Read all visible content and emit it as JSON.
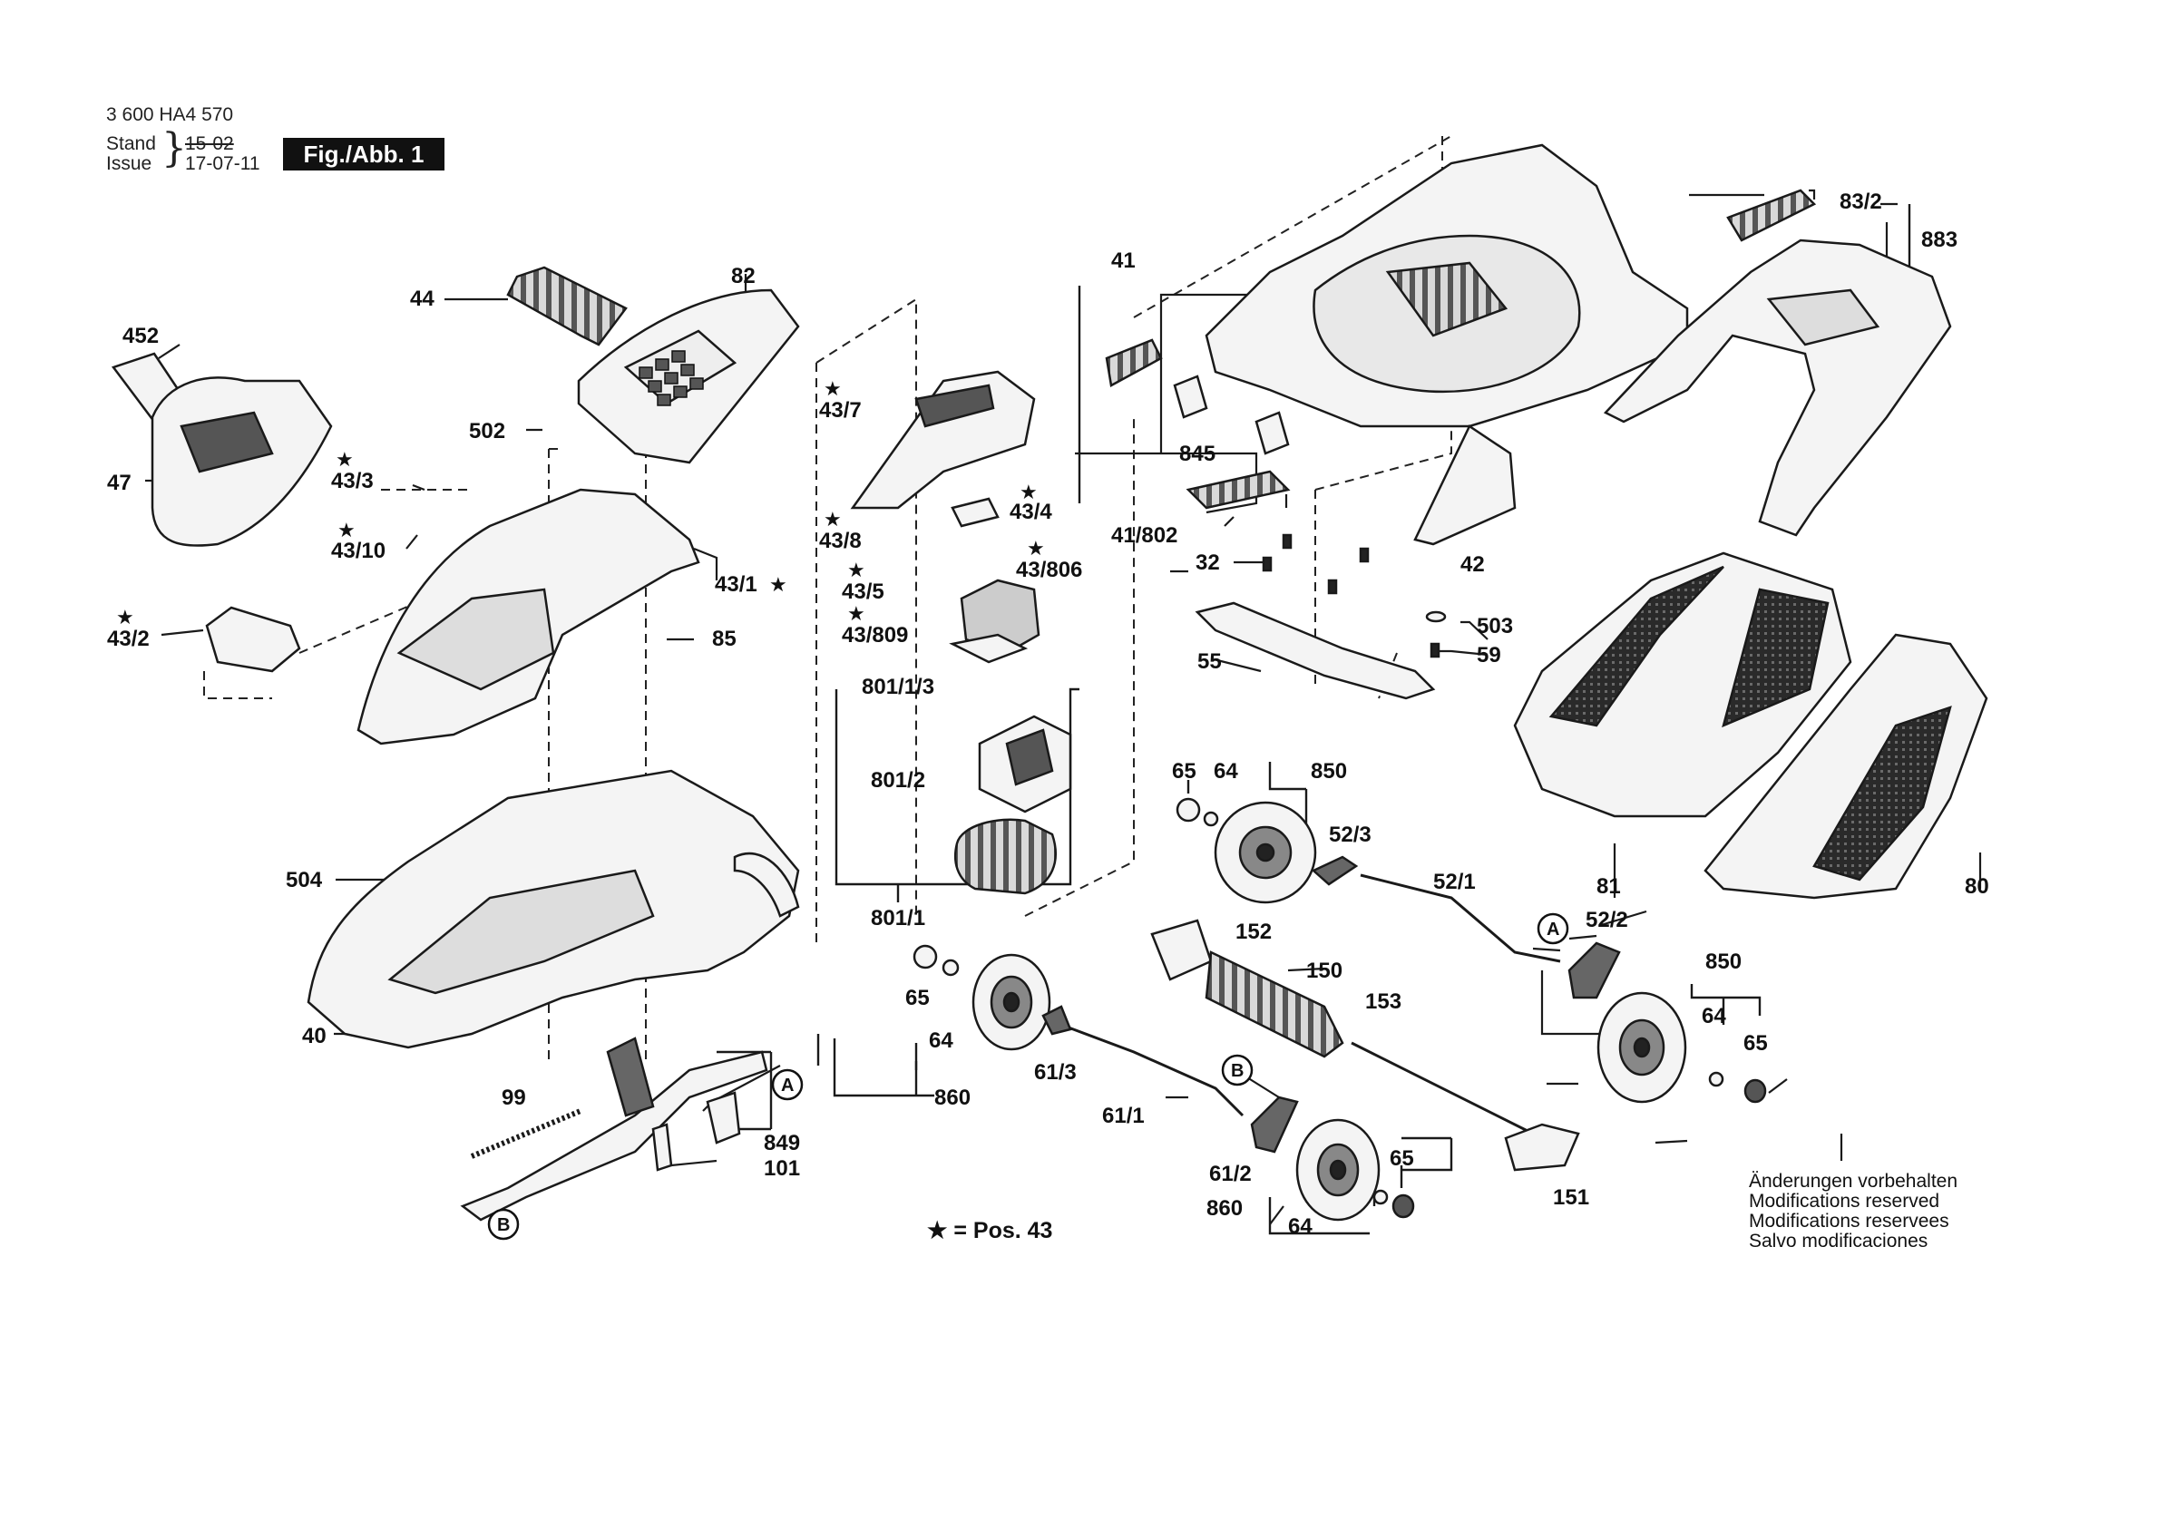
{
  "header": {
    "doc_number": "3 600 HA4 570",
    "stand_label": "Stand",
    "issue_label": "Issue",
    "stand_date_old": "15-02",
    "issue_date": "17-07-11",
    "figure_label": "Fig./Abb. 1"
  },
  "legend": {
    "text": "★ = Pos. 43"
  },
  "modifications": [
    "Änderungen vorbehalten",
    "Modifications reserved",
    "Modifications reservees",
    "Salvo modificaciones"
  ],
  "star_glyph": "★",
  "part_labels": [
    {
      "id": "p44",
      "text": "44"
    },
    {
      "id": "p82",
      "text": "82"
    },
    {
      "id": "p452",
      "text": "452"
    },
    {
      "id": "p47",
      "text": "47"
    },
    {
      "id": "p502",
      "text": "502"
    },
    {
      "id": "p43_3",
      "text": "43/3"
    },
    {
      "id": "p43_10",
      "text": "43/10"
    },
    {
      "id": "p43_1",
      "text": "43/1"
    },
    {
      "id": "p43_2",
      "text": "43/2"
    },
    {
      "id": "p85",
      "text": "85"
    },
    {
      "id": "p504",
      "text": "504"
    },
    {
      "id": "p40",
      "text": "40"
    },
    {
      "id": "p99",
      "text": "99"
    },
    {
      "id": "p849",
      "text": "849"
    },
    {
      "id": "p101",
      "text": "101"
    },
    {
      "id": "p43_7",
      "text": "43/7"
    },
    {
      "id": "p43_4",
      "text": "43/4"
    },
    {
      "id": "p43_8",
      "text": "43/8"
    },
    {
      "id": "p43_806",
      "text": "43/806"
    },
    {
      "id": "p43_5",
      "text": "43/5"
    },
    {
      "id": "p43_809",
      "text": "43/809"
    },
    {
      "id": "p801_1_3",
      "text": "801/1/3"
    },
    {
      "id": "p801_2",
      "text": "801/2"
    },
    {
      "id": "p801_1",
      "text": "801/1"
    },
    {
      "id": "p65a",
      "text": "65"
    },
    {
      "id": "p64a",
      "text": "64"
    },
    {
      "id": "p860a",
      "text": "860"
    },
    {
      "id": "p41",
      "text": "41"
    },
    {
      "id": "p845",
      "text": "845"
    },
    {
      "id": "p41_802",
      "text": "41/802"
    },
    {
      "id": "p32",
      "text": "32"
    },
    {
      "id": "p42",
      "text": "42"
    },
    {
      "id": "p503",
      "text": "503"
    },
    {
      "id": "p59",
      "text": "59"
    },
    {
      "id": "p55",
      "text": "55"
    },
    {
      "id": "p65b",
      "text": "65"
    },
    {
      "id": "p64b",
      "text": "64"
    },
    {
      "id": "p850a",
      "text": "850"
    },
    {
      "id": "p52_3",
      "text": "52/3"
    },
    {
      "id": "p52_1",
      "text": "52/1"
    },
    {
      "id": "p52_2",
      "text": "52/2"
    },
    {
      "id": "p152",
      "text": "152"
    },
    {
      "id": "p150",
      "text": "150"
    },
    {
      "id": "p153",
      "text": "153"
    },
    {
      "id": "p61_3",
      "text": "61/3"
    },
    {
      "id": "p61_1",
      "text": "61/1"
    },
    {
      "id": "p61_2",
      "text": "61/2"
    },
    {
      "id": "p860b",
      "text": "860"
    },
    {
      "id": "p64c",
      "text": "64"
    },
    {
      "id": "p65c",
      "text": "65"
    },
    {
      "id": "p151",
      "text": "151"
    },
    {
      "id": "p850b",
      "text": "850"
    },
    {
      "id": "p64d",
      "text": "64"
    },
    {
      "id": "p65d",
      "text": "65"
    },
    {
      "id": "p83_2",
      "text": "83/2"
    },
    {
      "id": "p883",
      "text": "883"
    },
    {
      "id": "p81",
      "text": "81"
    },
    {
      "id": "p80",
      "text": "80"
    }
  ],
  "callouts": [
    {
      "id": "cA1",
      "text": "A"
    },
    {
      "id": "cB1",
      "text": "B"
    },
    {
      "id": "cA2",
      "text": "A"
    },
    {
      "id": "cB2",
      "text": "B"
    }
  ]
}
